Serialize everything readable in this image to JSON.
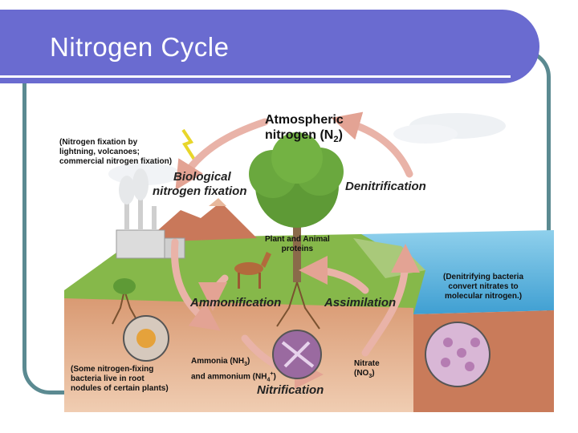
{
  "slide": {
    "title": "Nitrogen Cycle"
  },
  "diagram": {
    "atmospheric_line1": "Atmospheric",
    "atmospheric_line2": "nitrogen (N",
    "atmospheric_sub": "2",
    "atmospheric_close": ")",
    "lightning_note": [
      "(Nitrogen fixation by",
      "lightning, volcanoes;",
      "commercial nitrogen fixation)"
    ],
    "bio_fixation": [
      "Biological",
      "nitrogen fixation"
    ],
    "denitrification": "Denitrification",
    "plant_proteins": [
      "Plant and Animal",
      "proteins"
    ],
    "denitrifying_note": [
      "(Denitrifying bacteria",
      "convert nitrates to",
      "molecular nitrogen.)"
    ],
    "ammonification": "Ammonification",
    "assimilation": "Assimilation",
    "ammonia_line1": "Ammonia (NH",
    "ammonia_sub": "3",
    "ammonia_close": ")",
    "ammonium_line": "and ammonium (NH",
    "ammonium_sub": "4",
    "ammonium_sup": "+",
    "ammonium_close": ")",
    "nitrate_line1": "Nitrate",
    "nitrate_line2": "(NO",
    "nitrate_sub": "3",
    "nitrate_close": ")",
    "root_nodule_note": [
      "(Some nitrogen-fixing",
      "bacteria live in root",
      "nodules of certain plants)"
    ],
    "nitrification": "Nitrification"
  },
  "colors": {
    "banner": "#6a6bd0",
    "frame": "#5b8a91",
    "arrow": "#e9b3a8",
    "soil": "#e9b89a",
    "grass": "#7fb23f",
    "water": "#4aa7d6"
  }
}
